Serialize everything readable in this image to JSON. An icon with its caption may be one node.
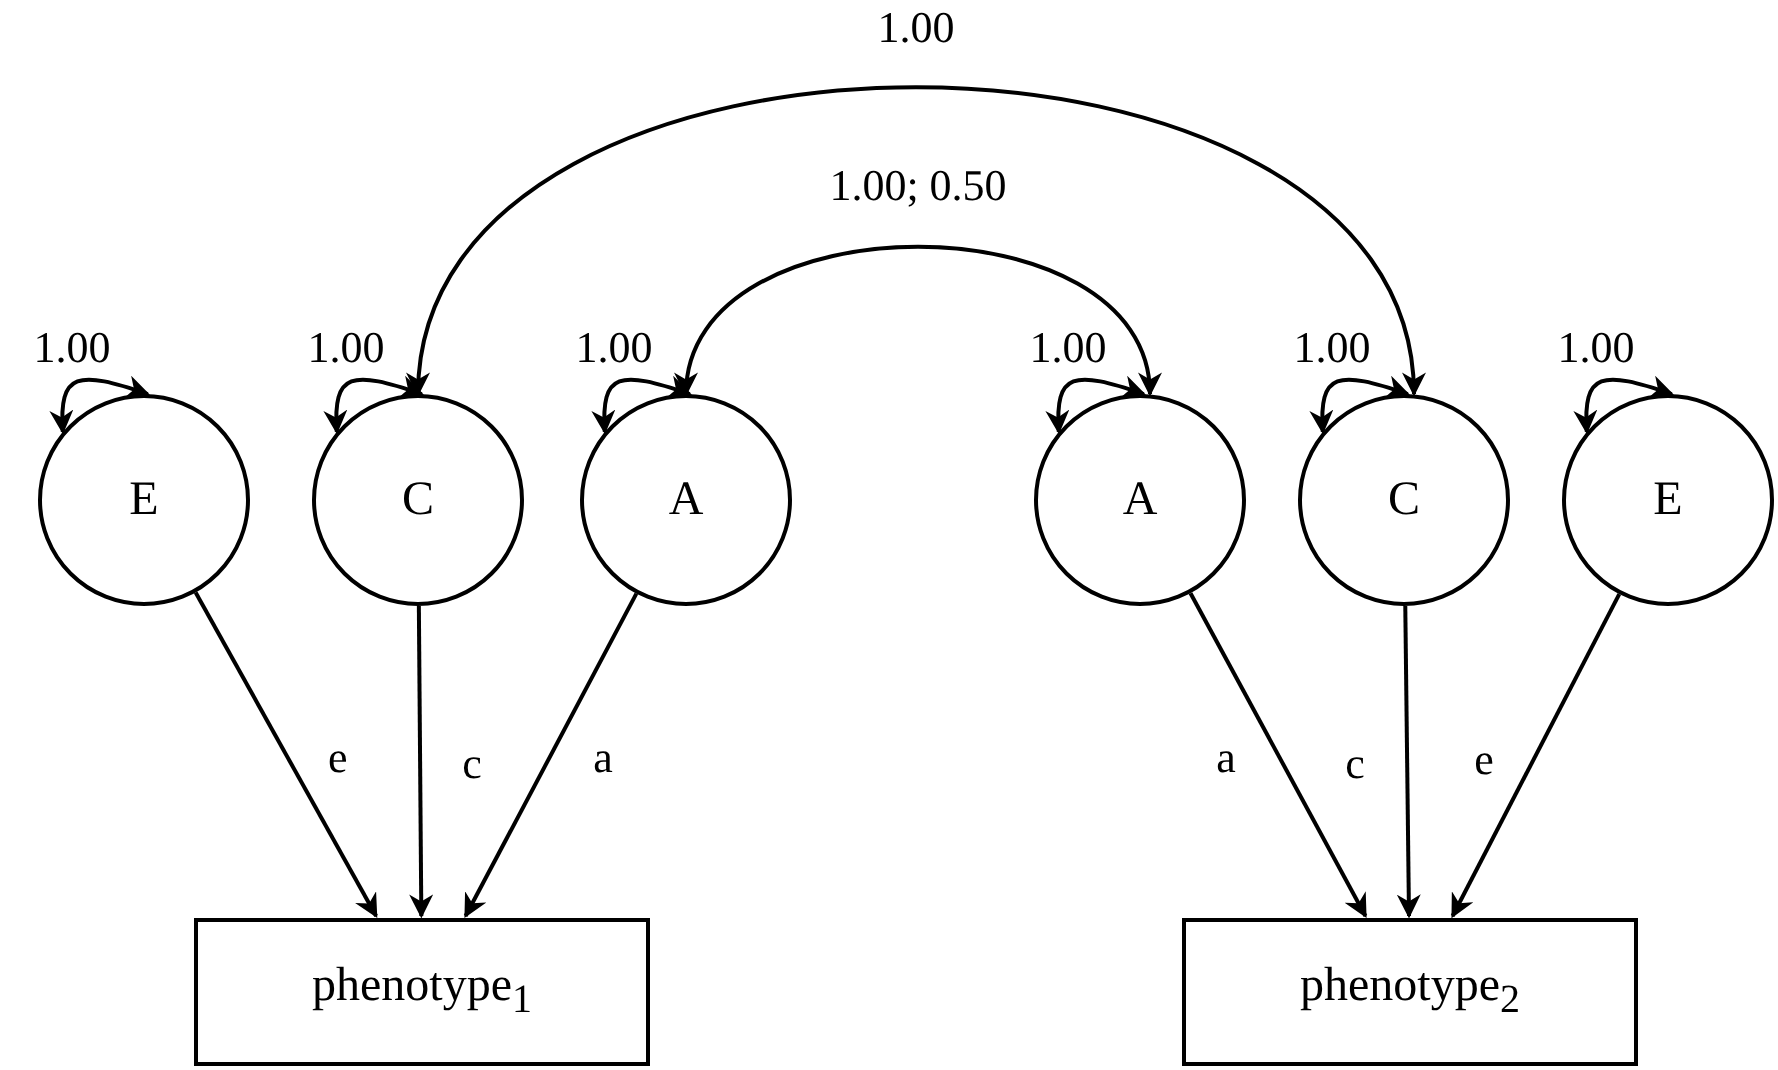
{
  "diagram": {
    "nodes": [
      {
        "text": [
          "E"
        ]
      },
      {
        "text": [
          "C"
        ]
      },
      {
        "text": [
          "A"
        ]
      },
      {
        "text": [
          "A"
        ]
      },
      {
        "text": [
          "C"
        ]
      },
      {
        "text": [
          "E"
        ]
      },
      {
        "text": [
          "phenotype$_{1}$"
        ]
      },
      {
        "text": [
          "phenotype$_{2}$"
        ]
      }
    ],
    "edges": [
      {
        "from": 0,
        "to": 0,
        "arrow": "both",
        "label": "1.00"
      },
      {
        "from": 1,
        "to": 1,
        "arrow": "both",
        "label": "1.00"
      },
      {
        "from": 2,
        "to": 2,
        "arrow": "both",
        "label": "1.00"
      },
      {
        "from": 3,
        "to": 3,
        "arrow": "both",
        "label": "1.00"
      },
      {
        "from": 4,
        "to": 4,
        "arrow": "both",
        "label": "1.00"
      },
      {
        "from": 5,
        "to": 5,
        "arrow": "both",
        "label": "1.00"
      },
      {
        "from": 1,
        "to": 4,
        "arrow": "both",
        "label": "1.00"
      },
      {
        "from": 2,
        "to": 3,
        "arrow": "both",
        "label": "1.00; 0.50"
      },
      {
        "from": 0,
        "to": 6,
        "arrow": "to",
        "label": "e"
      },
      {
        "from": 1,
        "to": 6,
        "arrow": "to",
        "label": "c"
      },
      {
        "from": 2,
        "to": 6,
        "arrow": "to",
        "label": "a"
      },
      {
        "from": 3,
        "to": 7,
        "arrow": "to",
        "label": "a"
      },
      {
        "from": 4,
        "to": 7,
        "arrow": "to",
        "label": "c"
      },
      {
        "from": 5,
        "to": 7,
        "arrow": "to",
        "label": "e"
      }
    ]
  }
}
